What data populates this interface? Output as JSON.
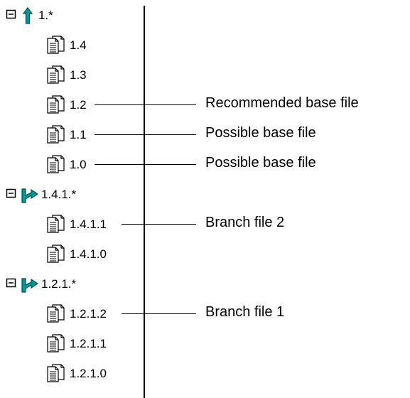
{
  "tree": [
    {
      "label": "1.*",
      "kind": "trunk",
      "level": 0
    },
    {
      "label": "1.4",
      "kind": "file",
      "level": 1
    },
    {
      "label": "1.3",
      "kind": "file",
      "level": 1
    },
    {
      "label": "1.2",
      "kind": "file",
      "level": 1,
      "note": "Recommended base file"
    },
    {
      "label": "1.1",
      "kind": "file",
      "level": 1,
      "note": "Possible base file"
    },
    {
      "label": "1.0",
      "kind": "file",
      "level": 1,
      "note": "Possible base file"
    },
    {
      "label": "1.4.1.*",
      "kind": "branch",
      "level": 0
    },
    {
      "label": "1.4.1.1",
      "kind": "file",
      "level": 1,
      "note": "Branch file 2"
    },
    {
      "label": "1.4.1.0",
      "kind": "file",
      "level": 1
    },
    {
      "label": "1.2.1.*",
      "kind": "branch",
      "level": 0
    },
    {
      "label": "1.2.1.2",
      "kind": "file",
      "level": 1,
      "note": "Branch file 1"
    },
    {
      "label": "1.2.1.1",
      "kind": "file",
      "level": 1
    },
    {
      "label": "1.2.1.0",
      "kind": "file",
      "level": 1
    }
  ],
  "icons": {
    "collapse": "collapse-box-icon",
    "trunk": "teal-up-arrow-icon",
    "branch": "teal-branch-arrow-icon",
    "file": "document-icon"
  },
  "colors": {
    "accent": "#009999",
    "accent_dark": "#004d4d",
    "line": "#000000"
  }
}
